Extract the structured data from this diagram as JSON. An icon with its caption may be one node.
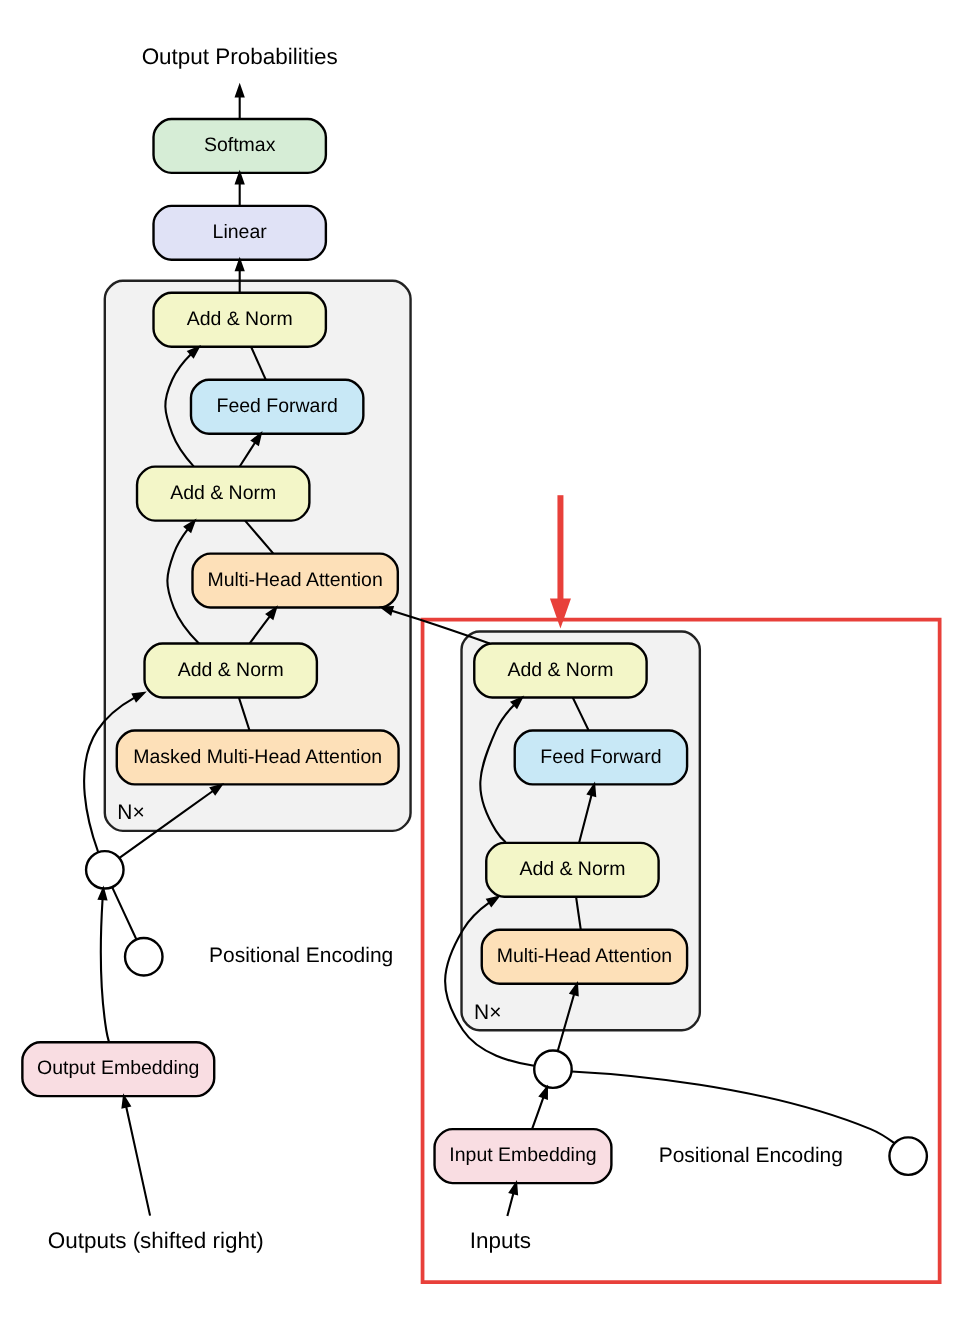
{
  "diagram": {
    "nodes": [
      {
        "text": [],
        "shape": "box"
      },
      {
        "text": [],
        "shape": "box",
        "beside": [
          "N×"
        ],
        "in": 0
      },
      {
        "text": [
          "Add & Norm"
        ],
        "in": 1
      },
      {
        "text": [
          "Feed Forward"
        ],
        "in": 1
      },
      {
        "text": [
          "Add & Norm"
        ],
        "in": 1
      },
      {
        "text": [
          "Multi-Head Attention"
        ],
        "in": 1
      },
      {
        "text": [],
        "shape": "circle",
        "beside": [
          "Positional Encoding"
        ],
        "in": 0
      },
      {
        "text": [],
        "shape": "circle",
        "in": 0
      },
      {
        "text": [
          "Input Embedding"
        ],
        "in": 0
      },
      {
        "text": [
          "Inputs"
        ],
        "in": 0
      },
      {
        "text": [
          "Output Probabilities"
        ]
      },
      {
        "text": [
          "Softmax"
        ]
      },
      {
        "text": [
          "Linear"
        ]
      },
      {
        "text": [],
        "shape": "box",
        "beside": [
          "N×"
        ]
      },
      {
        "text": [
          "Add & Norm"
        ],
        "in": 13
      },
      {
        "text": [
          "Feed Forward"
        ],
        "in": 13
      },
      {
        "text": [
          "Add & Norm"
        ],
        "in": 13
      },
      {
        "text": [
          "Multi-Head Attention"
        ],
        "in": 13
      },
      {
        "text": [
          "Add & Norm"
        ],
        "in": 13
      },
      {
        "text": [
          "Masked Multi-Head Attention"
        ],
        "in": 13
      },
      {
        "text": [],
        "shape": "circle"
      },
      {
        "text": [],
        "shape": "circle",
        "beside": [
          "Positional Encoding"
        ]
      },
      {
        "text": [
          "Output Embedding"
        ]
      },
      {
        "text": [
          "Outputs (shifted right)"
        ]
      }
    ],
    "edges": [
      {
        "from": null,
        "to": 0,
        "arrow": "to",
        "style": "thick",
        "color": "#e8403a"
      },
      {
        "from": 9,
        "to": 8,
        "arrow": "to"
      },
      {
        "from": 8,
        "to": 7,
        "arrow": "to"
      },
      {
        "from": 6,
        "to": 7,
        "arrow": "none"
      },
      {
        "from": 7,
        "to": 5,
        "arrow": "to"
      },
      {
        "from": 7,
        "to": 4,
        "arrow": "to"
      },
      {
        "from": 5,
        "to": 4,
        "arrow": "none"
      },
      {
        "from": 4,
        "to": 3,
        "arrow": "to"
      },
      {
        "from": 4,
        "to": 2,
        "arrow": "to"
      },
      {
        "from": 3,
        "to": 2,
        "arrow": "none"
      },
      {
        "from": 2,
        "to": 17,
        "arrow": "to"
      },
      {
        "from": 23,
        "to": 22,
        "arrow": "to"
      },
      {
        "from": 22,
        "to": 20,
        "arrow": "to"
      },
      {
        "from": 21,
        "to": 20,
        "arrow": "none"
      },
      {
        "from": 20,
        "to": 19,
        "arrow": "to"
      },
      {
        "from": 20,
        "to": 18,
        "arrow": "to"
      },
      {
        "from": 19,
        "to": 18,
        "arrow": "none"
      },
      {
        "from": 18,
        "to": 17,
        "arrow": "to"
      },
      {
        "from": 18,
        "to": 16,
        "arrow": "to"
      },
      {
        "from": 17,
        "to": 16,
        "arrow": "none"
      },
      {
        "from": 16,
        "to": 15,
        "arrow": "to"
      },
      {
        "from": 16,
        "to": 14,
        "arrow": "to"
      },
      {
        "from": 15,
        "to": 14,
        "arrow": "none"
      },
      {
        "from": 14,
        "to": 12,
        "arrow": "to"
      },
      {
        "from": 12,
        "to": 11,
        "arrow": "to"
      },
      {
        "from": 11,
        "to": 10,
        "arrow": "to"
      }
    ]
  }
}
